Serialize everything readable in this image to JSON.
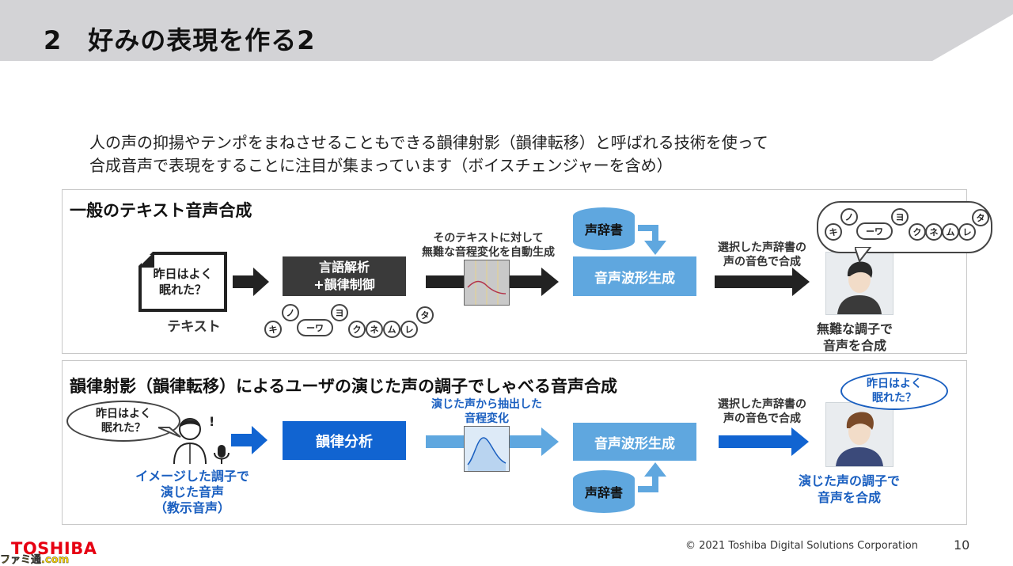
{
  "header": {
    "title": "2　好みの表現を作る2"
  },
  "intro": {
    "line1": "人の声の抑揚やテンポをまねさせることもできる韻律射影（韻律転移）と呼ばれる技術を使って",
    "line2": "合成音声で表現をすることに注目が集まっています（ボイスチェンジャーを含め）"
  },
  "section1": {
    "title": "一般のテキスト音声合成",
    "doc_text_1": "昨日はよく",
    "doc_text_2": "眠れた？",
    "doc_caption": "テキスト",
    "analysis_box_1": "言語解析",
    "analysis_box_2": "+韻律制御",
    "kana": [
      "キ",
      "ノ",
      "ーワ",
      "ヨ",
      "ク",
      "ネ",
      "ム",
      "レ",
      "タ"
    ],
    "auto_label_1": "そのテキストに対して",
    "auto_label_2": "無難な音程変化を自動生成",
    "dict_label": "声辞書",
    "synth_label": "音声波形生成",
    "select_label_1": "選択した声辞書の",
    "select_label_2": "声の音色で合成",
    "result_1": "無難な調子で",
    "result_2": "音声を合成"
  },
  "section2": {
    "title": "韻律射影（韻律転移）によるユーザの演じた声の調子でしゃべる音声合成",
    "bubble_1": "昨日はよく",
    "bubble_2": "眠れた？",
    "speaker_1": "イメージした調子で",
    "speaker_2": "演じた音声",
    "speaker_3": "（教示音声）",
    "analysis_box": "韻律分析",
    "extract_1": "演じた声から抽出した",
    "extract_2": "音程変化",
    "synth_label": "音声波形生成",
    "dict_label": "声辞書",
    "select_label_1": "選択した声辞書の",
    "select_label_2": "声の音色で合成",
    "result_bubble_1": "昨日はよく",
    "result_bubble_2": "眠れた？",
    "result_1": "演じた声の調子で",
    "result_2": "音声を合成"
  },
  "footer": {
    "brand": "TOSHIBA",
    "copyright": "© 2021 Toshiba Digital Solutions Corporation",
    "page_number": "10",
    "watermark": "ファミ通.com"
  },
  "colors": {
    "dark_box": "#3a3a3a",
    "light_blue": "#5fa7df",
    "blue": "#1164d1",
    "brand_red": "#e60012"
  }
}
